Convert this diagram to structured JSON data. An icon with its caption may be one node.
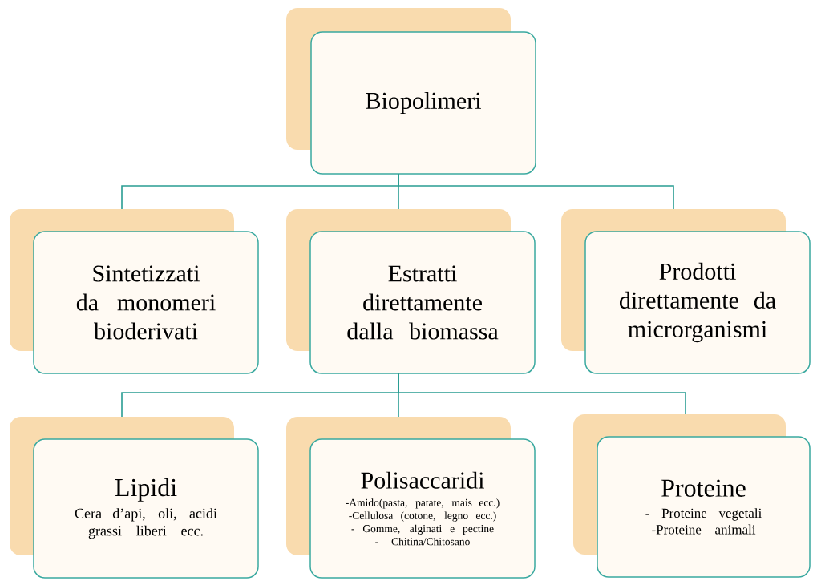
{
  "diagram": {
    "nodes": [
      {
        "text": [
          "Biopolimeri"
        ]
      },
      {
        "text": [
          "Sintetizzati da monomeri bioderivati"
        ]
      },
      {
        "text": [
          "Estratti direttamente dalla biomassa"
        ]
      },
      {
        "text": [
          "Prodotti direttamente da microrganismi"
        ]
      },
      {
        "text": [
          "Lipidi",
          "Cera d’api, oli, acidi grassi liberi ecc."
        ]
      },
      {
        "text": [
          "Polisaccaridi",
          "-Amido(pasta, patate, mais ecc.)",
          "-Cellulosa (cotone, legno ecc.)",
          "- Gomme, alginati e pectine",
          "- Chitina/Chitosano"
        ]
      },
      {
        "text": [
          "Proteine",
          "- Proteine vegetali",
          "-Proteine animali"
        ]
      }
    ],
    "edges": [
      {
        "from": 0,
        "to": 1,
        "arrow": "none"
      },
      {
        "from": 0,
        "to": 2,
        "arrow": "none"
      },
      {
        "from": 0,
        "to": 3,
        "arrow": "none"
      },
      {
        "from": 2,
        "to": 4,
        "arrow": "none"
      },
      {
        "from": 2,
        "to": 5,
        "arrow": "none"
      },
      {
        "from": 2,
        "to": 6,
        "arrow": "none"
      }
    ]
  }
}
